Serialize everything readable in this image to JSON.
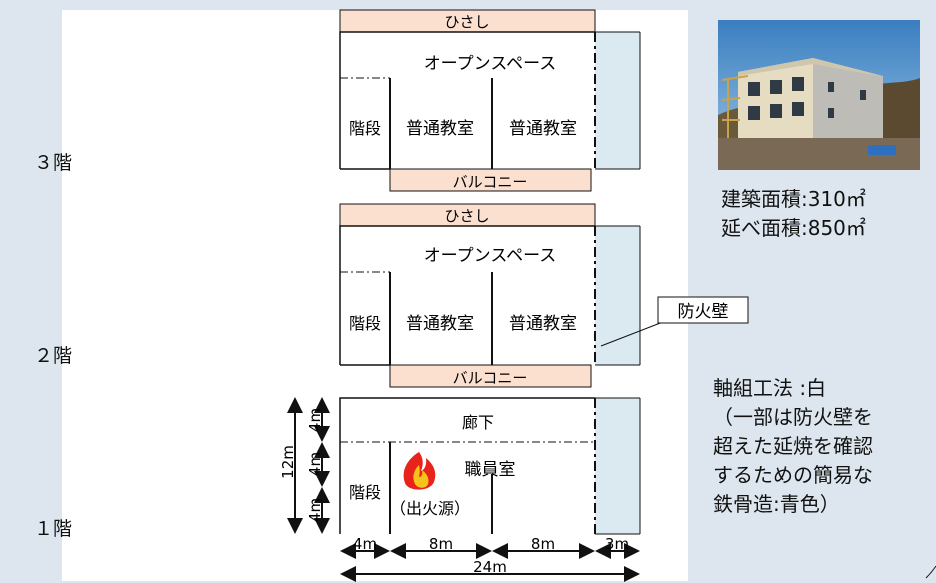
{
  "floors": {
    "f3": "３階",
    "f2": "２階",
    "f1": "１階"
  },
  "plan3": {
    "eaves": "ひさし",
    "open_space": "オープンスペース",
    "stairs": "階段",
    "room_a": "普通教室",
    "room_b": "普通教室",
    "balcony": "バルコニー"
  },
  "plan2": {
    "eaves": "ひさし",
    "open_space": "オープンスペース",
    "stairs": "階段",
    "room_a": "普通教室",
    "room_b": "普通教室",
    "balcony": "バルコニー",
    "firewall_callout": "防火壁"
  },
  "plan1": {
    "corridor": "廊下",
    "staff_room": "職員室",
    "stairs": "階段",
    "fire_origin": "（出火源）"
  },
  "dims": {
    "d4m_a": "4m",
    "d4m_b": "4m",
    "d4m_c": "4m",
    "d12m": "12m",
    "w4m": "4m",
    "w8m_a": "8m",
    "w8m_b": "8m",
    "w3m": "3m",
    "w24m": "24m"
  },
  "info": {
    "building_area": "建築面積:310㎡",
    "total_area": "延べ面積:850㎡",
    "method_lines": [
      "軸組工法 :白",
      "（一部は防火壁を",
      "超えた延焼を確認",
      "するための簡易な",
      "鉄骨造:青色）"
    ]
  },
  "colors": {
    "eaves_fill": "#fbe0d0",
    "steel_fill": "#dbe9f0",
    "outline": "#111111"
  }
}
